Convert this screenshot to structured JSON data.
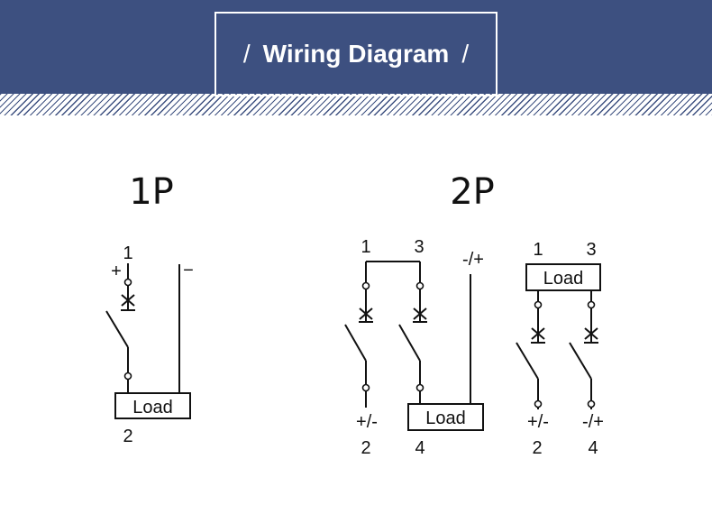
{
  "header": {
    "title": "Wiring Diagram",
    "left_slash": "/",
    "right_slash": "/",
    "bg_color": "#3d5080"
  },
  "poles": [
    {
      "heading": "1P",
      "top_terminal": "1",
      "bottom_terminal": "2",
      "positive": "+",
      "negative": "−",
      "load": "Load"
    },
    {
      "heading": "2P",
      "a": {
        "top_terminals": [
          "1",
          "3"
        ],
        "bottom_terminals": [
          "2",
          "4"
        ],
        "bottom_polarity": [
          "+/-"
        ],
        "side_polarity": "-/+",
        "load": "Load"
      },
      "b": {
        "top_terminals": [
          "1",
          "3"
        ],
        "bottom_terminals": [
          "2",
          "4"
        ],
        "bottom_polarity": [
          "+/-",
          "-/+"
        ],
        "load": "Load"
      }
    }
  ]
}
